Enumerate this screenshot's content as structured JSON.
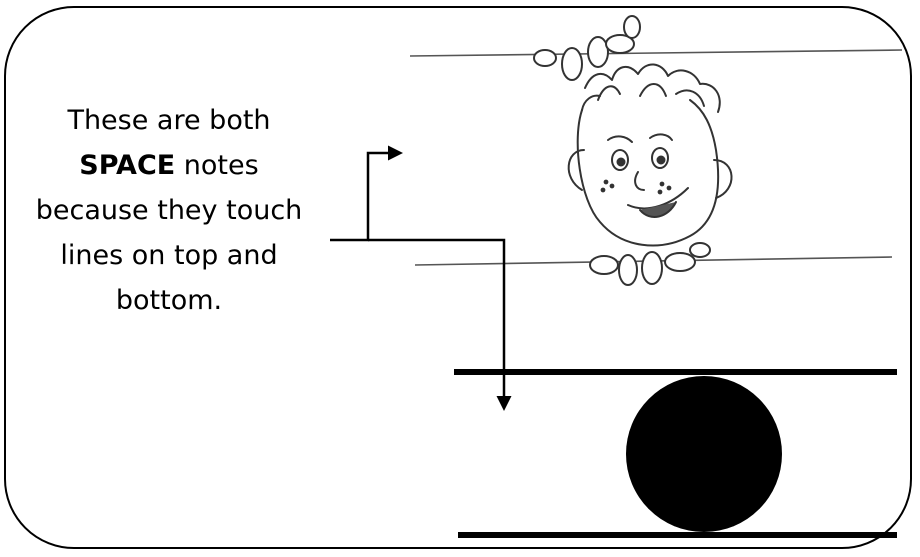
{
  "caption": {
    "line1": "These are both",
    "line2_bold": "SPACE",
    "line2_rest": " notes",
    "line3": "because they touch",
    "line4": "lines on top and",
    "line5": "bottom."
  },
  "colors": {
    "ink": "#000000",
    "background": "#ffffff",
    "pencil": "#555555"
  },
  "icons": {
    "character": "boy-face-hanging-on-staff-illustration"
  }
}
